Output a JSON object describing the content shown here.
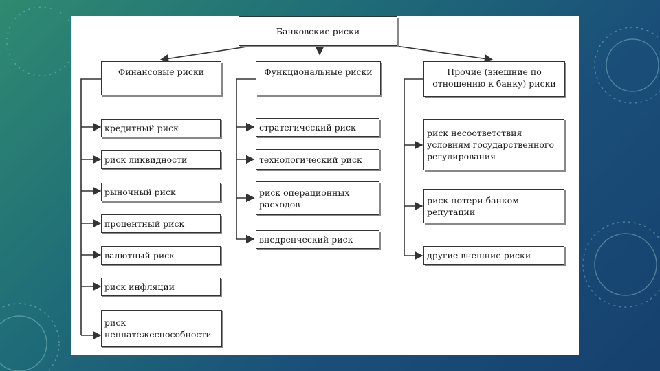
{
  "root": {
    "label": "Банковские риски"
  },
  "categories": [
    {
      "label": "Финансовые риски"
    },
    {
      "label": "Функциональные риски"
    },
    {
      "label": "Прочие (внешние по отношению к банку) риски"
    }
  ],
  "financial": [
    "кредитный риск",
    "риск ликвидности",
    "рыночный риск",
    "процентный риск",
    "валютный риск",
    "риск инфляции",
    "риск неплатежеспособности"
  ],
  "functional": [
    "стратегический риск",
    "технологический риск",
    "риск операционных расходов",
    "внедренческий риск"
  ],
  "external": [
    "риск несоответствия условиям государственного регулирования",
    "риск потери банком репутации",
    "другие внешние риски"
  ],
  "colors": {
    "line": "#333333",
    "panel": "#ffffff"
  }
}
